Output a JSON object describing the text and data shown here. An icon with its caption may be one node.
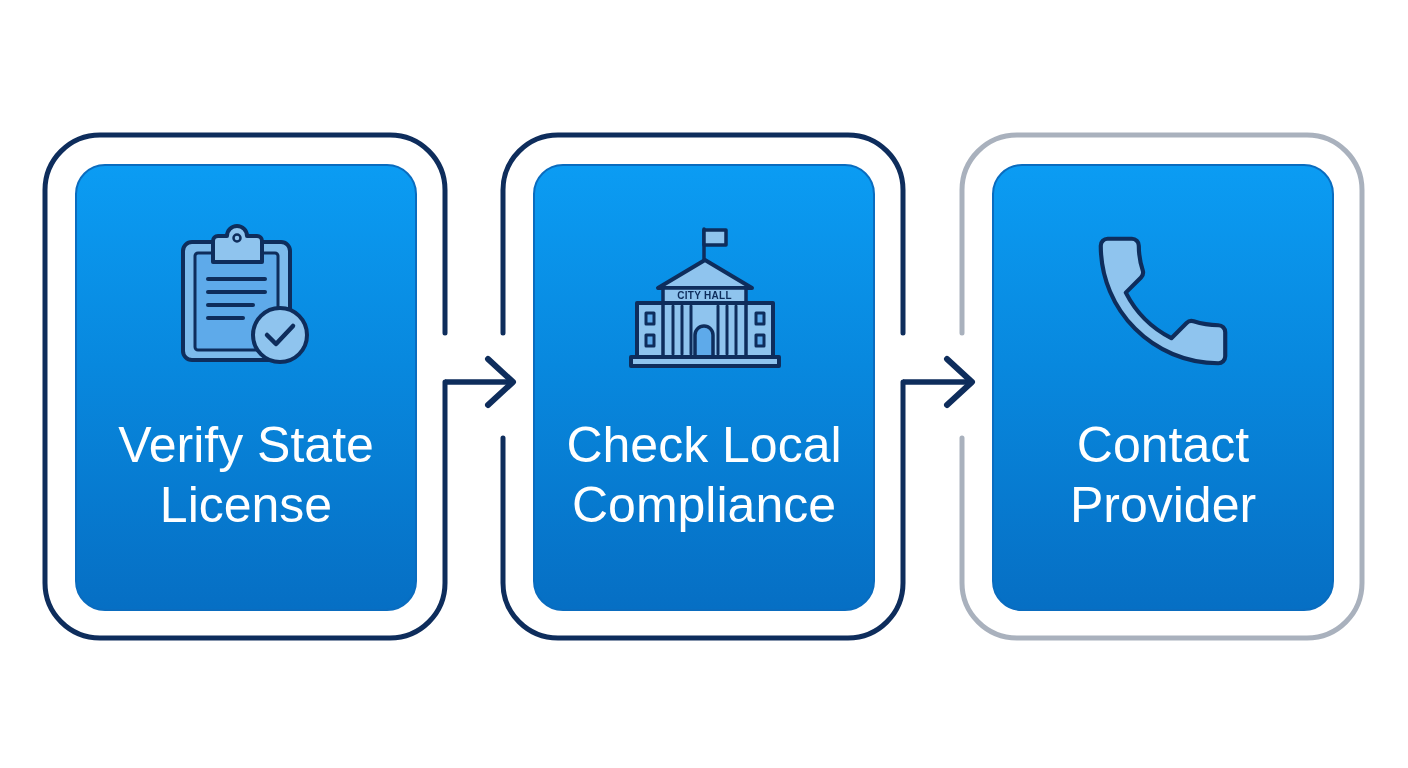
{
  "diagram": {
    "nodes": [
      {
        "text": [],
        "shape": "box"
      },
      {
        "text": [
          "Verify State License"
        ],
        "in": 0
      },
      {
        "text": [],
        "shape": "box"
      },
      {
        "text": [
          "Check Local Compliance"
        ],
        "in": 2
      },
      {
        "text": [],
        "shape": "box"
      },
      {
        "text": [
          "Contact Provider"
        ],
        "in": 4
      }
    ],
    "edges": [
      {
        "from": 0,
        "to": 2,
        "arrow": "to"
      },
      {
        "from": 2,
        "to": 4,
        "arrow": "to"
      }
    ],
    "labels": [
      "CITY HALL"
    ]
  }
}
